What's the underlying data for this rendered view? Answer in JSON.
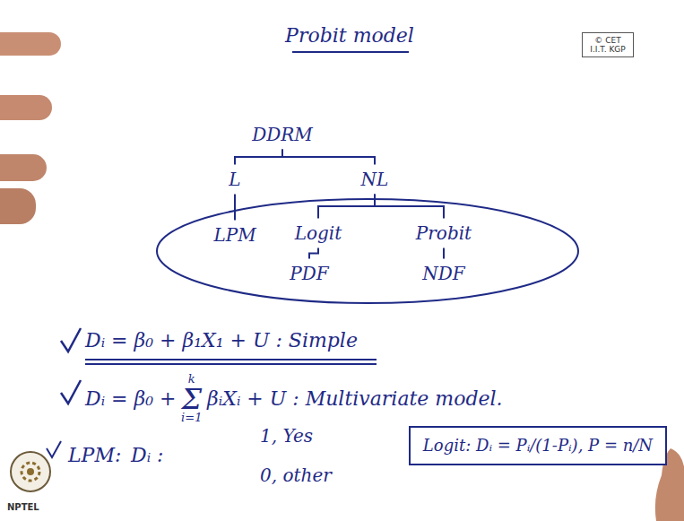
{
  "diagram": {
    "title": "Probit model",
    "nodes": [
      {
        "text": [
          "© CET I.I.T. KGP"
        ]
      },
      {
        "text": [
          "DDRM"
        ]
      },
      {
        "text": [
          "L"
        ]
      },
      {
        "text": [
          "NL"
        ]
      },
      {
        "text": [
          "LPM"
        ]
      },
      {
        "text": [
          "Logit"
        ]
      },
      {
        "text": [
          "Probit"
        ]
      },
      {
        "text": [
          "PDF"
        ]
      },
      {
        "text": [
          "NDF"
        ]
      },
      {
        "text": [
          "Logit: Dᵢ = Pᵢ/(1-Pᵢ), P = n/N"
        ]
      }
    ],
    "edges": [
      {
        "from": 1,
        "to": 2,
        "arrow": "none"
      },
      {
        "from": 1,
        "to": 3,
        "arrow": "none"
      },
      {
        "from": 2,
        "to": 4,
        "arrow": "none"
      },
      {
        "from": 3,
        "to": 5,
        "arrow": "none"
      },
      {
        "from": 3,
        "to": 6,
        "arrow": "none"
      },
      {
        "from": 5,
        "to": 7,
        "arrow": "none"
      },
      {
        "from": 6,
        "to": 8,
        "arrow": "none"
      }
    ],
    "labels": [
      "Dᵢ = β₀ + β₁X₁ + U : Simple",
      "Dᵢ = β₀ +",
      "k",
      "Σ",
      "i=1",
      "βᵢXᵢ + U : Multivariate model.",
      "LPM:",
      "Dᵢ :",
      "1, Yes",
      "0, other",
      "NPTEL"
    ]
  }
}
